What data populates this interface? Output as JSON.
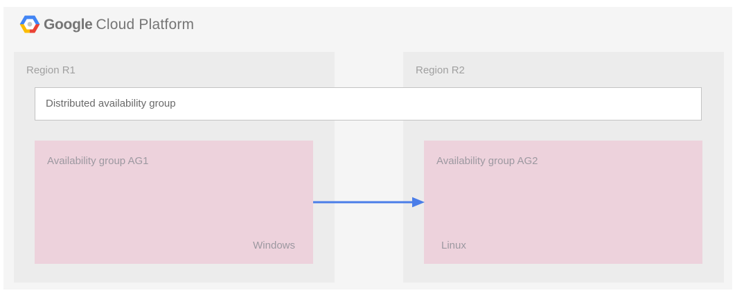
{
  "header": {
    "logo": "google-cloud-platform-hexagon-logo",
    "brand_primary": "Google",
    "brand_secondary": "Cloud Platform"
  },
  "diagram": {
    "distributed_group": {
      "label": "Distributed availability group"
    },
    "regions": [
      {
        "label": "Region R1",
        "availability_group": {
          "label": "Availability group AG1",
          "os_label": "Windows"
        }
      },
      {
        "label": "Region R2",
        "availability_group": {
          "label": "Availability group AG2",
          "os_label": "Linux"
        }
      }
    ],
    "arrow": {
      "direction": "AG1 to AG2",
      "color": "#4a7de8"
    }
  },
  "colors": {
    "canvas_background": "#f5f5f5",
    "region_background": "#ececec",
    "availability_group_background": "#edd2dc",
    "distributed_group_border": "#c3c3c3",
    "arrow_blue": "#4a7de8",
    "label_gray": "#9e9e9e",
    "logo_text_gray": "#757575",
    "logo_blue": "#4285f4",
    "logo_red": "#ea4335",
    "logo_yellow": "#fbbc05"
  }
}
